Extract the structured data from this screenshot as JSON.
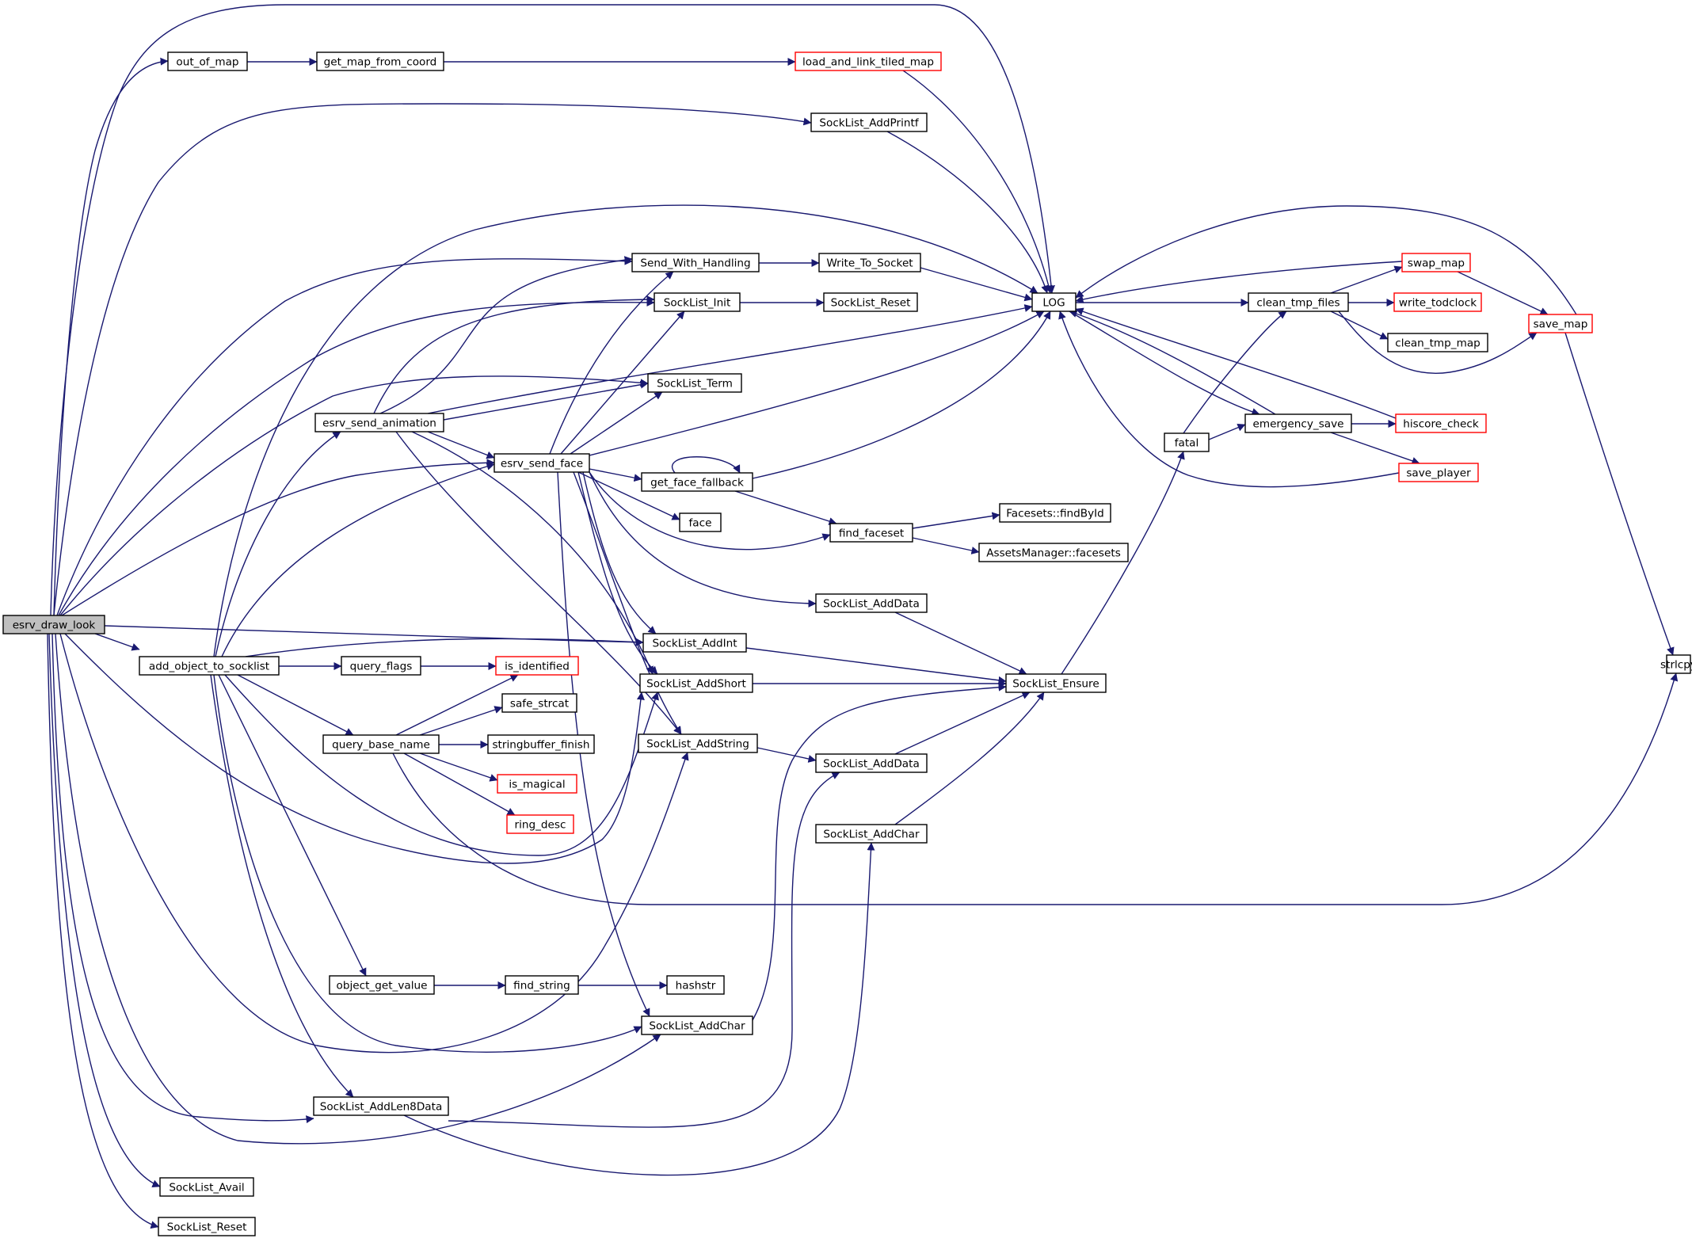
{
  "diagram": {
    "type": "call-graph",
    "colors": {
      "edge": "#191970",
      "node_border": "#000000",
      "truncated_node_border": "#ff0000",
      "root_fill": "#bfbfbf",
      "node_fill": "#ffffff"
    },
    "nodes": [
      {
        "id": "esrv_draw_look",
        "label": "esrv_draw_look",
        "style": "root"
      },
      {
        "id": "out_of_map",
        "label": "out_of_map",
        "style": "normal"
      },
      {
        "id": "get_map_from_coord",
        "label": "get_map_from_coord",
        "style": "normal"
      },
      {
        "id": "load_and_link_tiled_map",
        "label": "load_and_link_tiled_map",
        "style": "truncated"
      },
      {
        "id": "SockList_AddPrintf",
        "label": "SockList_AddPrintf",
        "style": "normal"
      },
      {
        "id": "Send_With_Handling",
        "label": "Send_With_Handling",
        "style": "normal"
      },
      {
        "id": "Write_To_Socket",
        "label": "Write_To_Socket",
        "style": "normal"
      },
      {
        "id": "SockList_Init",
        "label": "SockList_Init",
        "style": "normal"
      },
      {
        "id": "SockList_Reset_1",
        "label": "SockList_Reset",
        "style": "normal"
      },
      {
        "id": "SockList_Term",
        "label": "SockList_Term",
        "style": "normal"
      },
      {
        "id": "LOG",
        "label": "LOG",
        "style": "normal"
      },
      {
        "id": "clean_tmp_files",
        "label": "clean_tmp_files",
        "style": "normal"
      },
      {
        "id": "swap_map",
        "label": "swap_map",
        "style": "truncated"
      },
      {
        "id": "write_todclock",
        "label": "write_todclock",
        "style": "truncated"
      },
      {
        "id": "clean_tmp_map",
        "label": "clean_tmp_map",
        "style": "normal"
      },
      {
        "id": "save_map",
        "label": "save_map",
        "style": "truncated"
      },
      {
        "id": "esrv_send_animation",
        "label": "esrv_send_animation",
        "style": "normal"
      },
      {
        "id": "esrv_send_face",
        "label": "esrv_send_face",
        "style": "normal"
      },
      {
        "id": "get_face_fallback",
        "label": "get_face_fallback",
        "style": "normal"
      },
      {
        "id": "face",
        "label": "face",
        "style": "normal"
      },
      {
        "id": "find_faceset",
        "label": "find_faceset",
        "style": "normal"
      },
      {
        "id": "Facesets_findById",
        "label": "Facesets::findById",
        "style": "normal"
      },
      {
        "id": "AssetsManager_facesets",
        "label": "AssetsManager::facesets",
        "style": "normal"
      },
      {
        "id": "fatal",
        "label": "fatal",
        "style": "normal"
      },
      {
        "id": "emergency_save",
        "label": "emergency_save",
        "style": "normal"
      },
      {
        "id": "hiscore_check",
        "label": "hiscore_check",
        "style": "truncated"
      },
      {
        "id": "save_player",
        "label": "save_player",
        "style": "truncated"
      },
      {
        "id": "SockList_AddData_1",
        "label": "SockList_AddData",
        "style": "normal"
      },
      {
        "id": "add_object_to_socklist",
        "label": "add_object_to_socklist",
        "style": "normal"
      },
      {
        "id": "query_flags",
        "label": "query_flags",
        "style": "normal"
      },
      {
        "id": "is_identified",
        "label": "is_identified",
        "style": "truncated"
      },
      {
        "id": "SockList_AddInt",
        "label": "SockList_AddInt",
        "style": "normal"
      },
      {
        "id": "SockList_AddShort",
        "label": "SockList_AddShort",
        "style": "normal"
      },
      {
        "id": "SockList_Ensure",
        "label": "SockList_Ensure",
        "style": "normal"
      },
      {
        "id": "strlcpy",
        "label": "strlcpy",
        "style": "normal"
      },
      {
        "id": "safe_strcat",
        "label": "safe_strcat",
        "style": "normal"
      },
      {
        "id": "query_base_name",
        "label": "query_base_name",
        "style": "normal"
      },
      {
        "id": "stringbuffer_finish",
        "label": "stringbuffer_finish",
        "style": "normal"
      },
      {
        "id": "SockList_AddString",
        "label": "SockList_AddString",
        "style": "normal"
      },
      {
        "id": "SockList_AddData_2",
        "label": "SockList_AddData",
        "style": "normal"
      },
      {
        "id": "is_magical",
        "label": "is_magical",
        "style": "truncated"
      },
      {
        "id": "ring_desc",
        "label": "ring_desc",
        "style": "truncated"
      },
      {
        "id": "SockList_AddChar_1",
        "label": "SockList_AddChar",
        "style": "normal"
      },
      {
        "id": "object_get_value",
        "label": "object_get_value",
        "style": "normal"
      },
      {
        "id": "find_string",
        "label": "find_string",
        "style": "normal"
      },
      {
        "id": "hashstr",
        "label": "hashstr",
        "style": "normal"
      },
      {
        "id": "SockList_AddChar_2",
        "label": "SockList_AddChar",
        "style": "normal"
      },
      {
        "id": "SockList_AddLen8Data",
        "label": "SockList_AddLen8Data",
        "style": "normal"
      },
      {
        "id": "SockList_Avail",
        "label": "SockList_Avail",
        "style": "normal"
      },
      {
        "id": "SockList_Reset_2",
        "label": "SockList_Reset",
        "style": "normal"
      }
    ],
    "edges": [
      [
        "esrv_draw_look",
        "out_of_map"
      ],
      [
        "esrv_draw_look",
        "LOG"
      ],
      [
        "esrv_draw_look",
        "SockList_AddPrintf"
      ],
      [
        "esrv_draw_look",
        "Send_With_Handling"
      ],
      [
        "esrv_draw_look",
        "SockList_Init"
      ],
      [
        "esrv_draw_look",
        "SockList_Term"
      ],
      [
        "esrv_draw_look",
        "esrv_send_face"
      ],
      [
        "esrv_draw_look",
        "SockList_AddInt"
      ],
      [
        "esrv_draw_look",
        "add_object_to_socklist"
      ],
      [
        "esrv_draw_look",
        "SockList_AddShort"
      ],
      [
        "esrv_draw_look",
        "SockList_AddString"
      ],
      [
        "esrv_draw_look",
        "SockList_AddChar_2"
      ],
      [
        "esrv_draw_look",
        "SockList_AddLen8Data"
      ],
      [
        "esrv_draw_look",
        "SockList_Avail"
      ],
      [
        "esrv_draw_look",
        "SockList_Reset_2"
      ],
      [
        "out_of_map",
        "get_map_from_coord"
      ],
      [
        "get_map_from_coord",
        "load_and_link_tiled_map"
      ],
      [
        "load_and_link_tiled_map",
        "LOG"
      ],
      [
        "SockList_AddPrintf",
        "LOG"
      ],
      [
        "Send_With_Handling",
        "Write_To_Socket"
      ],
      [
        "Write_To_Socket",
        "LOG"
      ],
      [
        "SockList_Init",
        "SockList_Reset_1"
      ],
      [
        "LOG",
        "clean_tmp_files"
      ],
      [
        "LOG",
        "emergency_save"
      ],
      [
        "clean_tmp_files",
        "swap_map"
      ],
      [
        "clean_tmp_files",
        "write_todclock"
      ],
      [
        "clean_tmp_files",
        "clean_tmp_map"
      ],
      [
        "clean_tmp_files",
        "save_map"
      ],
      [
        "swap_map",
        "LOG"
      ],
      [
        "swap_map",
        "save_map"
      ],
      [
        "save_map",
        "LOG"
      ],
      [
        "save_map",
        "strlcpy"
      ],
      [
        "esrv_send_animation",
        "Send_With_Handling"
      ],
      [
        "esrv_send_animation",
        "SockList_Init"
      ],
      [
        "esrv_send_animation",
        "SockList_Term"
      ],
      [
        "esrv_send_animation",
        "LOG"
      ],
      [
        "esrv_send_animation",
        "esrv_send_face"
      ],
      [
        "esrv_send_animation",
        "SockList_AddShort"
      ],
      [
        "esrv_send_animation",
        "SockList_AddString"
      ],
      [
        "esrv_send_face",
        "Send_With_Handling"
      ],
      [
        "esrv_send_face",
        "SockList_Init"
      ],
      [
        "esrv_send_face",
        "SockList_Term"
      ],
      [
        "esrv_send_face",
        "LOG"
      ],
      [
        "esrv_send_face",
        "get_face_fallback"
      ],
      [
        "esrv_send_face",
        "face"
      ],
      [
        "esrv_send_face",
        "find_faceset"
      ],
      [
        "esrv_send_face",
        "SockList_AddData_1"
      ],
      [
        "esrv_send_face",
        "SockList_AddInt"
      ],
      [
        "esrv_send_face",
        "SockList_AddShort"
      ],
      [
        "esrv_send_face",
        "SockList_AddString"
      ],
      [
        "esrv_send_face",
        "SockList_AddChar_2"
      ],
      [
        "get_face_fallback",
        "get_face_fallback"
      ],
      [
        "get_face_fallback",
        "LOG"
      ],
      [
        "get_face_fallback",
        "find_faceset"
      ],
      [
        "find_faceset",
        "Facesets_findById"
      ],
      [
        "find_faceset",
        "AssetsManager_facesets"
      ],
      [
        "fatal",
        "clean_tmp_files"
      ],
      [
        "fatal",
        "emergency_save"
      ],
      [
        "emergency_save",
        "LOG"
      ],
      [
        "emergency_save",
        "hiscore_check"
      ],
      [
        "emergency_save",
        "save_player"
      ],
      [
        "hiscore_check",
        "LOG"
      ],
      [
        "save_player",
        "LOG"
      ],
      [
        "SockList_AddData_1",
        "SockList_Ensure"
      ],
      [
        "add_object_to_socklist",
        "esrv_send_animation"
      ],
      [
        "add_object_to_socklist",
        "esrv_send_face"
      ],
      [
        "add_object_to_socklist",
        "LOG"
      ],
      [
        "add_object_to_socklist",
        "query_flags"
      ],
      [
        "add_object_to_socklist",
        "SockList_AddInt"
      ],
      [
        "add_object_to_socklist",
        "query_base_name"
      ],
      [
        "add_object_to_socklist",
        "SockList_AddShort"
      ],
      [
        "add_object_to_socklist",
        "object_get_value"
      ],
      [
        "add_object_to_socklist",
        "SockList_AddChar_2"
      ],
      [
        "add_object_to_socklist",
        "SockList_AddLen8Data"
      ],
      [
        "query_flags",
        "is_identified"
      ],
      [
        "SockList_AddInt",
        "SockList_Ensure"
      ],
      [
        "SockList_AddShort",
        "SockList_Ensure"
      ],
      [
        "SockList_Ensure",
        "fatal"
      ],
      [
        "query_base_name",
        "is_identified"
      ],
      [
        "query_base_name",
        "safe_strcat"
      ],
      [
        "query_base_name",
        "stringbuffer_finish"
      ],
      [
        "query_base_name",
        "is_magical"
      ],
      [
        "query_base_name",
        "ring_desc"
      ],
      [
        "query_base_name",
        "strlcpy"
      ],
      [
        "SockList_AddString",
        "SockList_AddData_2"
      ],
      [
        "SockList_AddData_2",
        "SockList_Ensure"
      ],
      [
        "SockList_AddChar_1",
        "SockList_Ensure"
      ],
      [
        "object_get_value",
        "find_string"
      ],
      [
        "find_string",
        "hashstr"
      ],
      [
        "SockList_AddChar_2",
        "SockList_Ensure"
      ],
      [
        "SockList_AddLen8Data",
        "SockList_AddData_2"
      ],
      [
        "SockList_AddLen8Data",
        "SockList_AddChar_1"
      ]
    ]
  }
}
